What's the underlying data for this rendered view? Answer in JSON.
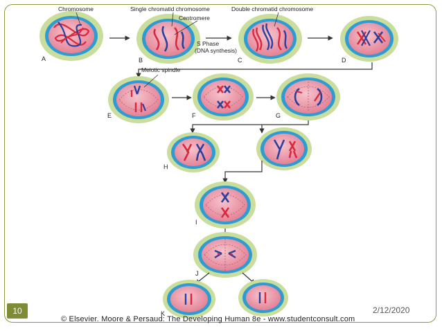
{
  "slide": {
    "page_number": "10",
    "date": "2/12/2020",
    "credit": "© Elsevier. Moore & Persaud: The Developing Human 8e - www.studentconsult.com"
  },
  "labels": {
    "chromosome": "Chromosome",
    "single_chromatid": "Single chromatid chromosome",
    "double_chromatid": "Double chromatid chromosome",
    "centromere": "Centromere",
    "s_phase": "S Phase",
    "dna_synthesis": "(DNA synthesis)",
    "meiotic_spindle": "Meiotic spindle"
  },
  "stages": {
    "a": "A",
    "b": "B",
    "c": "C",
    "d": "D",
    "e": "E",
    "f": "F",
    "g": "G",
    "h": "H",
    "i": "I",
    "j": "J",
    "k": "K"
  },
  "colors": {
    "cell_outer": "#c9dd9c",
    "cell_membrane": "#2e9bd2",
    "cell_inner": "#ea8e9f",
    "chromosome_red": "#d8283e",
    "chromosome_blue": "#2b3f9c",
    "accent_bar": "#7e8c35"
  }
}
